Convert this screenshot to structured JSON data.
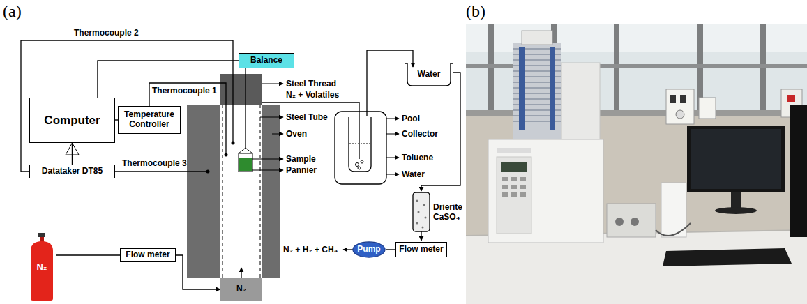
{
  "diagram": {
    "nodes": [
      {
        "text": [
          "Balance"
        ]
      },
      {
        "text": [
          "Computer"
        ]
      },
      {
        "text": [
          "Temperature Controller"
        ]
      },
      {
        "text": [
          "Datataker DT85"
        ]
      },
      {
        "text": [
          "N₂"
        ]
      },
      {
        "text": [
          "N₂"
        ]
      },
      {
        "text": [
          "Flow meter"
        ]
      },
      {
        "text": [
          "Water"
        ]
      },
      {
        "text": [
          "Pump"
        ]
      },
      {
        "text": [
          "Flow meter"
        ]
      }
    ],
    "edges": [
      {
        "from": 0,
        "to": 1,
        "arrow": "none"
      },
      {
        "from": 2,
        "to": 1,
        "arrow": "none"
      },
      {
        "from": 1,
        "to": 3,
        "arrow": "none"
      },
      {
        "from": 5,
        "to": 6,
        "arrow": "none"
      },
      {
        "from": 6,
        "to": 4,
        "arrow": "to"
      },
      {
        "from": 9,
        "to": 8,
        "arrow": "none"
      }
    ],
    "labels": [
      "(a)",
      "(b)",
      "Thermocouple 2",
      "Thermocouple 1",
      "Steel Thread",
      "N₂ + Volatiles",
      "Steel Tube",
      "Oven",
      "Sample",
      "Pannier",
      "Thermocouple 3",
      "Pool",
      "Collector",
      "Toluene",
      "Water",
      "Drierite CaSO₄",
      "N₂ + H₂ + CH₄"
    ]
  }
}
